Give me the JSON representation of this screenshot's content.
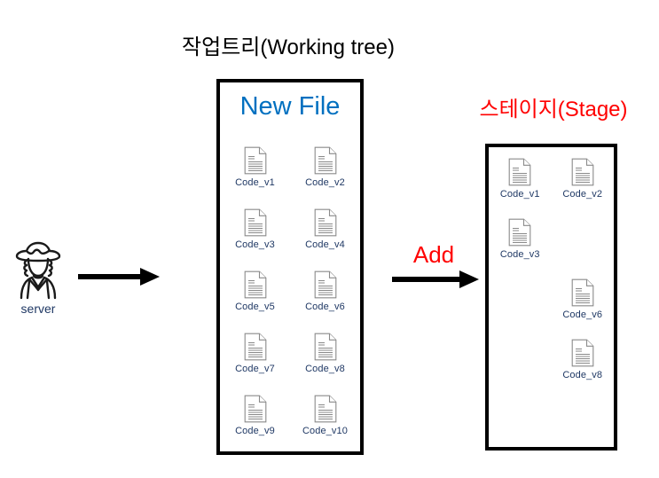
{
  "diagram": {
    "title_working_tree": "작업트리(Working tree)",
    "title_stage": "스테이지(Stage)",
    "new_file_label": "New File",
    "add_label": "Add",
    "actor": {
      "label": "server",
      "icon": "cowboy-person-icon"
    },
    "colors": {
      "stage_title": "#ff0000",
      "add_label": "#ff0000",
      "new_file": "#0070c0",
      "file_label": "#1f3864",
      "box_border": "#000000",
      "arrow": "#000000"
    },
    "arrows": [
      {
        "name": "server-to-working-tree",
        "direction": "right",
        "label": ""
      },
      {
        "name": "working-tree-to-stage",
        "direction": "right",
        "label": "Add"
      }
    ],
    "working_tree": {
      "files": [
        "Code_v1",
        "Code_v2",
        "Code_v3",
        "Code_v4",
        "Code_v5",
        "Code_v6",
        "Code_v7",
        "Code_v8",
        "Code_v9",
        "Code_v10"
      ]
    },
    "stage": {
      "files": [
        "Code_v1",
        "Code_v2",
        "Code_v3",
        "",
        "",
        "Code_v6",
        "",
        "Code_v8"
      ]
    }
  }
}
